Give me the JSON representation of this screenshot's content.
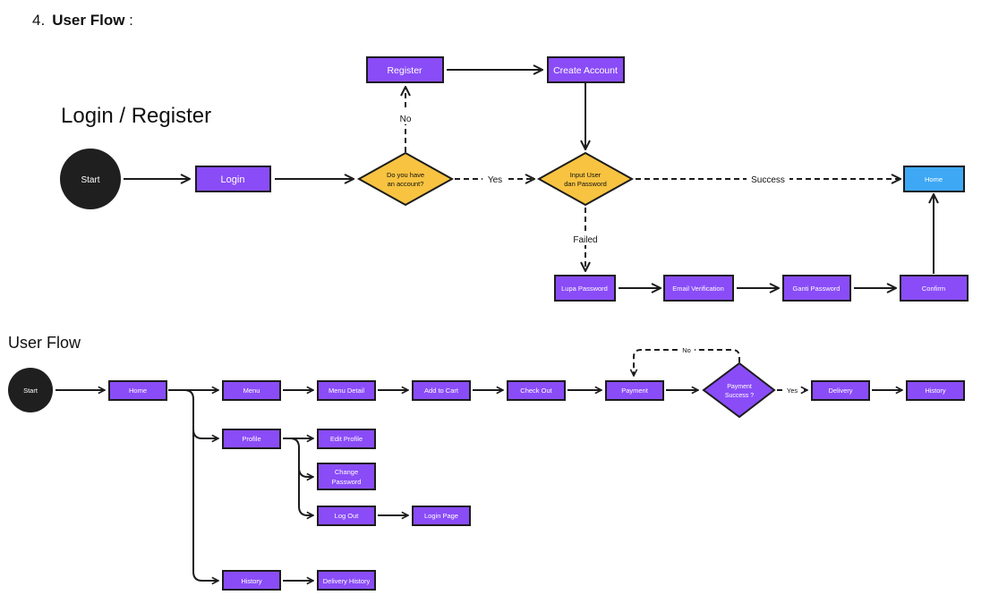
{
  "heading": {
    "number": "4.",
    "title": "User Flow",
    "suffix": ":"
  },
  "section1_title": "Login / Register",
  "section2_title": "User Flow",
  "login_nodes": {
    "start": "Start",
    "login": "Login",
    "ask_account": [
      "Do you have",
      "an account?"
    ],
    "register": "Register",
    "create_account": "Create Account",
    "input_user": [
      "Input User",
      "dan Password"
    ],
    "home": "Home",
    "lupa_password": "Lupa Password",
    "email_verification": "Email Verification",
    "ganti_password": "Ganti Password",
    "confirm": "Confirm"
  },
  "login_edge_labels": {
    "no": "No",
    "yes": "Yes",
    "success": "Success",
    "failed": "Failed"
  },
  "flow_nodes": {
    "start": "Start",
    "home": "Home",
    "menu": "Menu",
    "menu_detail": "Menu Detail",
    "add_to_cart": "Add to Cart",
    "check_out": "Check Out",
    "payment": "Payment",
    "payment_success": [
      "Payment",
      "Success ?"
    ],
    "delivery": "Delivery",
    "history_end": "History",
    "profile": "Profile",
    "edit_profile": "Edit Profile",
    "change_password": [
      "Change",
      "Password"
    ],
    "log_out": "Log Out",
    "login_page": "Login Page",
    "history": "History",
    "delivery_history": "Delivery History"
  },
  "flow_edge_labels": {
    "no": "No",
    "yes": "Yes"
  },
  "colors": {
    "node": "#8a4cf7",
    "decision": "#f7c341",
    "home_node": "#3ea8f5",
    "start": "#1f1f1f",
    "line": "#1c1c1c"
  }
}
